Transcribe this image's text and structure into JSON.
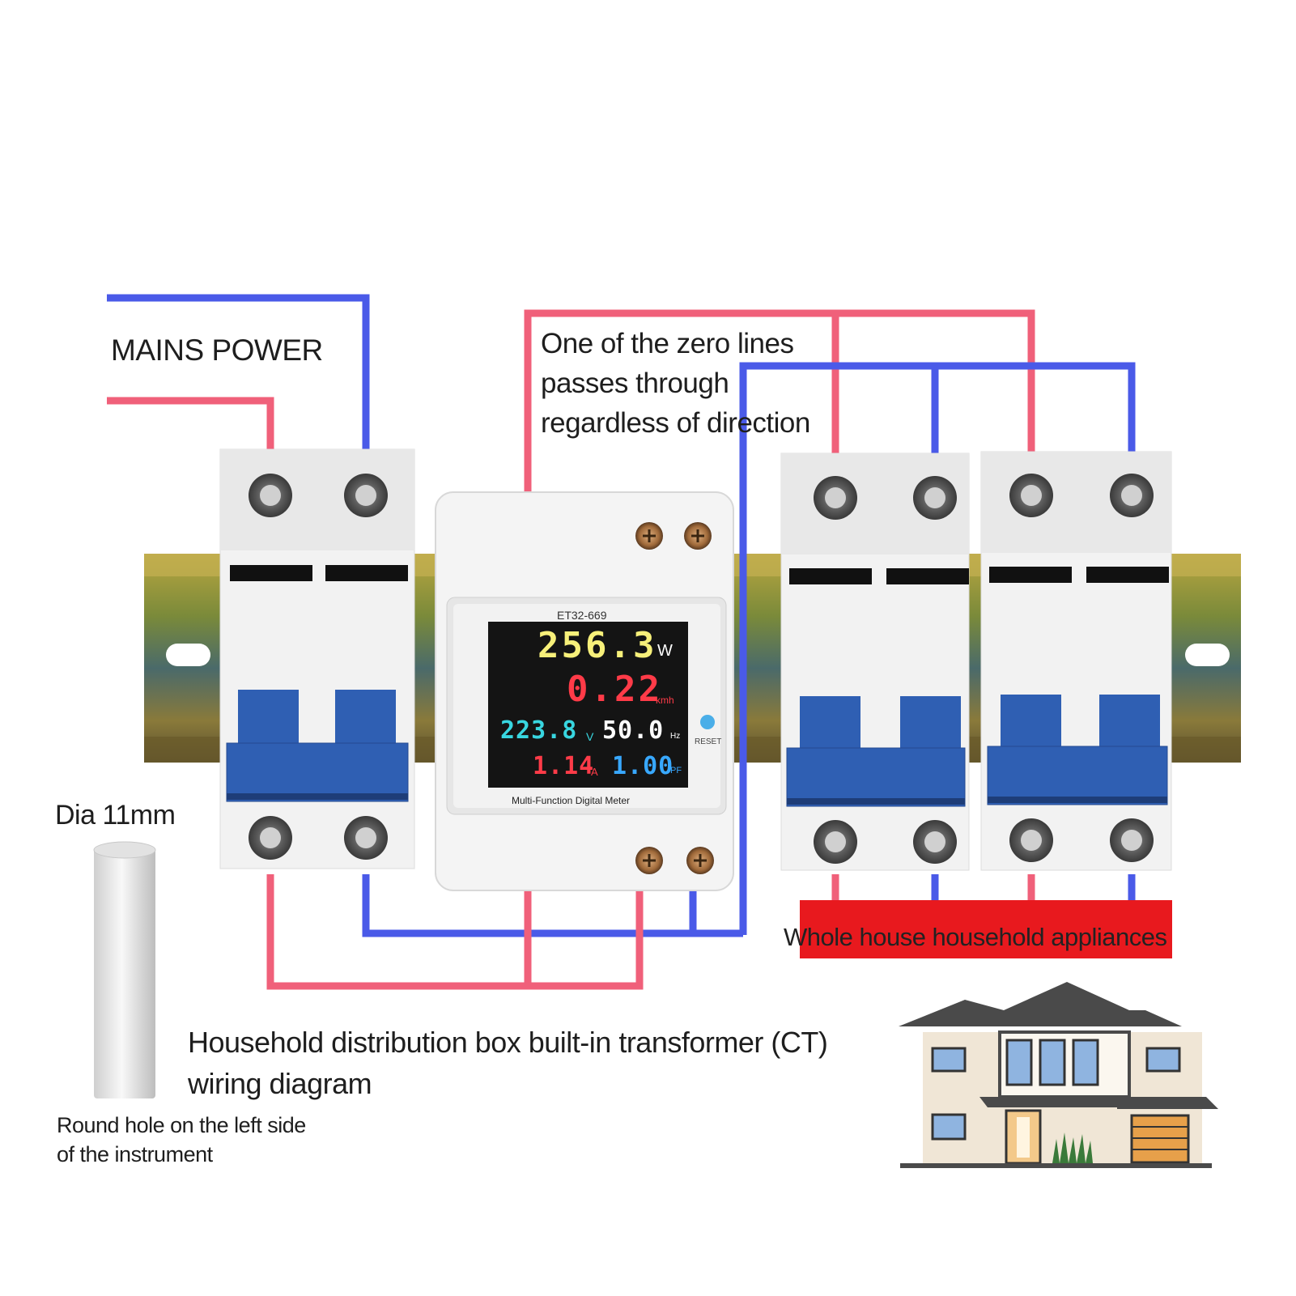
{
  "labels": {
    "mains_power": "MAINS POWER",
    "zero_lines": "One of the zero lines passes through regardless of direction",
    "dia": "Dia 11mm",
    "household_box": "Household distribution box built-in transformer (CT) wiring diagram",
    "round_hole": "Round hole on the left side of the instrument",
    "whole_house": "Whole house household appliances"
  },
  "meter": {
    "model": "ET32-669",
    "footer": "Multi-Function Digital Meter",
    "reset_label": "RESET",
    "power": {
      "value": "256.3",
      "unit": "W"
    },
    "energy": {
      "value": "0.22",
      "unit": "kmh"
    },
    "voltage": {
      "value": "223.8",
      "unit": "V"
    },
    "frequency": {
      "value": "50.0",
      "unit": "Hz"
    },
    "current": {
      "value": "1.14",
      "unit": "A"
    },
    "power_factor": {
      "value": "1.00",
      "unit": "PF"
    }
  },
  "colors": {
    "live_wire": "#f0607a",
    "neutral_wire": "#4a5ae8",
    "breaker_handle": "#2f5fb3",
    "appliance_block": "#e8191e",
    "power_reading": "#f7f07a",
    "energy_reading": "#ff3b48",
    "voltage_reading": "#38d6e0",
    "frequency_reading": "#ffffff",
    "current_reading": "#ff3b48",
    "pf_reading": "#38a8ff"
  }
}
